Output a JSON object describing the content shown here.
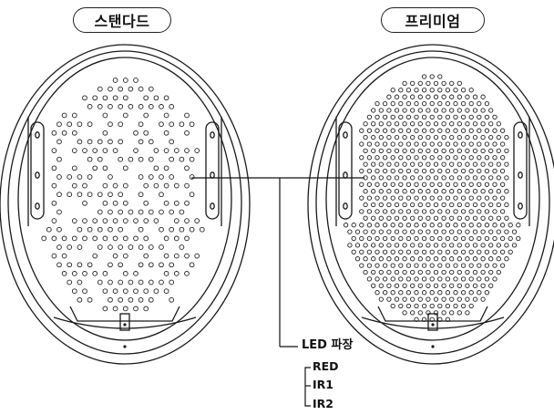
{
  "variants": {
    "standard_label": "스탠다드",
    "premium_label": "프리미엄"
  },
  "callout": {
    "label": "LED 파장",
    "wavelengths": [
      "RED",
      "IR1",
      "IR2"
    ]
  }
}
